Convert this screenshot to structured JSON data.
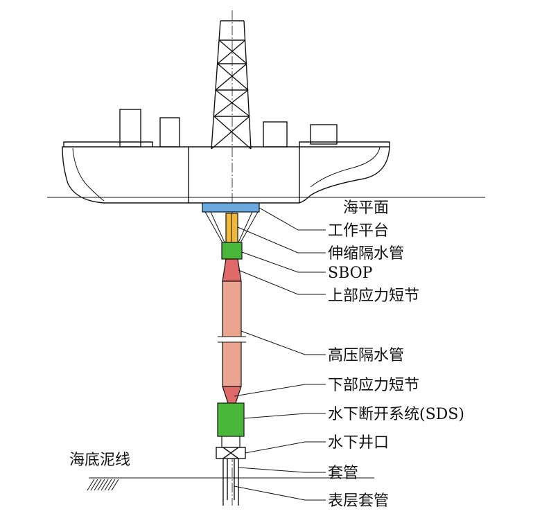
{
  "labels": {
    "sea_level": "海平面",
    "work_platform": "工作平台",
    "telescopic_riser": "伸缩隔水管",
    "sbop": "SBOP",
    "upper_stress_joint": "上部应力短节",
    "high_pressure_riser": "高压隔水管",
    "lower_stress_joint": "下部应力短节",
    "sds": "水下断开系统(SDS)",
    "subsea_wellhead": "水下井口",
    "casing": "套管",
    "surface_casing": "表层套管",
    "mudline": "海底泥线"
  },
  "colors": {
    "work_platform": "#6aa8e0",
    "telescopic_riser": "#f0b83a",
    "sbop": "#49b83a",
    "stress_joint": "#e06a6a",
    "high_pressure_riser": "#eba490",
    "sds": "#49b83a"
  }
}
